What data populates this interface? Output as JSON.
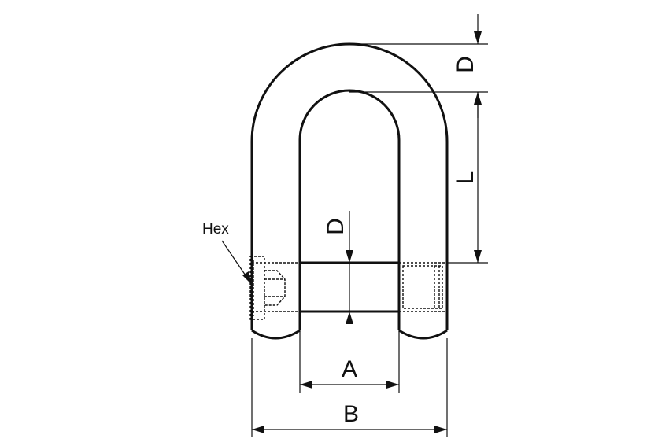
{
  "labels": {
    "hex": "Hex",
    "d_top": "D",
    "l": "L",
    "d_pin": "D",
    "a": "A",
    "b": "B"
  },
  "colors": {
    "line": "#111111",
    "background": "#ffffff"
  }
}
